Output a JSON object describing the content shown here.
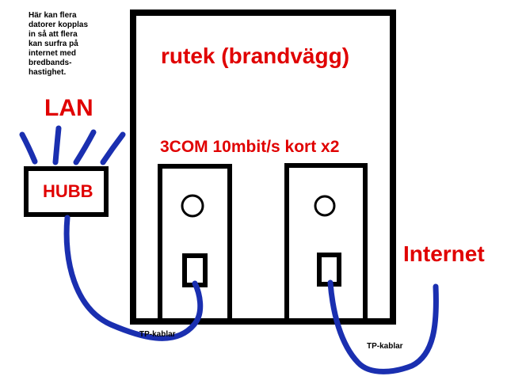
{
  "note": {
    "lines": [
      "Här kan flera",
      "datorer kopplas",
      "in så att flera",
      "kan surfra på",
      "internet med",
      "bredbands-",
      "hastighet."
    ]
  },
  "labels": {
    "lan": "LAN",
    "hub": "HUBB",
    "router": "rutek (brandvägg)",
    "nic": "3COM 10mbit/s kort x2",
    "internet": "Internet",
    "cable_left": "TP-kablar",
    "cable_right": "TP-kablar"
  },
  "colors": {
    "outline": "#000000",
    "label_red": "#e00000",
    "cable_blue": "#1a2fb0"
  }
}
